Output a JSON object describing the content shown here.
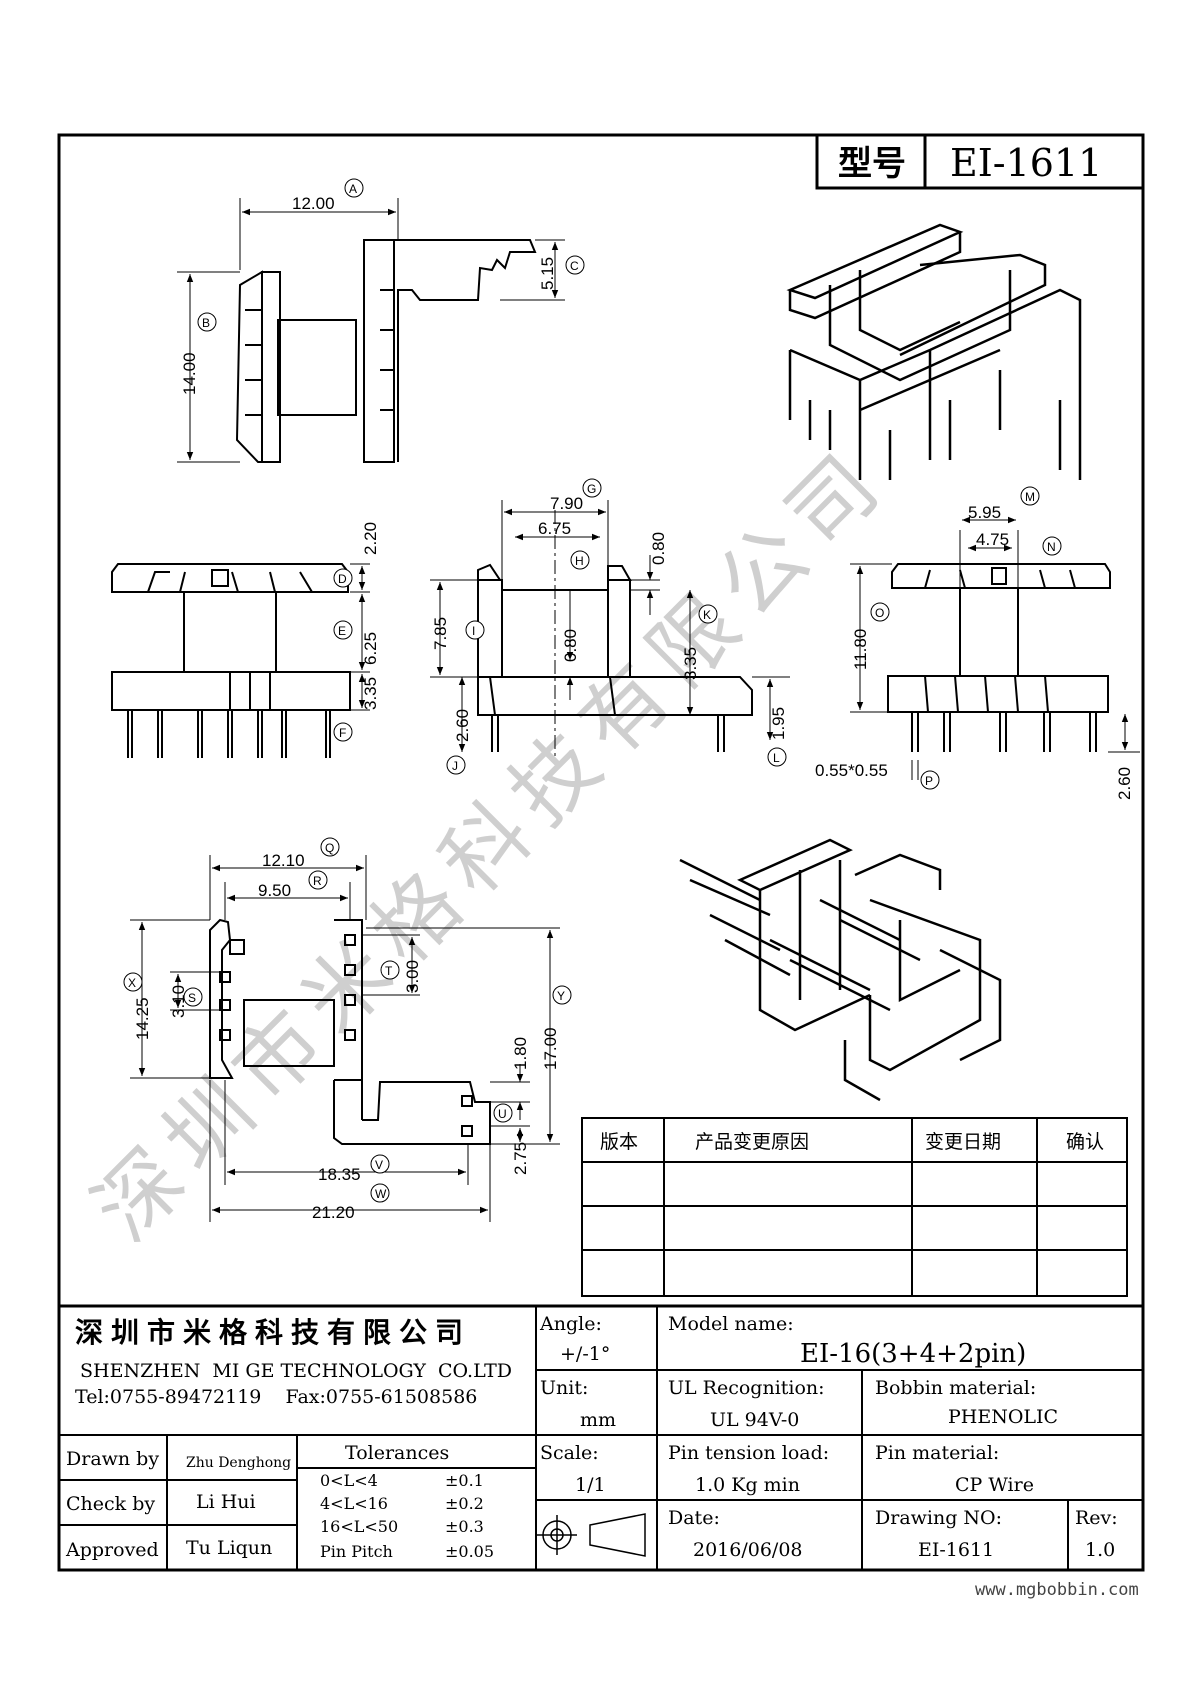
{
  "header": {
    "model_label": "型号",
    "model_value": "EI-1611"
  },
  "watermark": "深圳市米格科技有限公司",
  "site_url": "www.mgbobbin.com",
  "dims": {
    "A": "12.00",
    "B": "14.00",
    "C": "5.15",
    "D": "2.20",
    "E": "6.25",
    "F": "3.35",
    "G": "7.90",
    "H": "6.75",
    "H2": "0.80",
    "I": "7.85",
    "I2": "0.80",
    "J": "2.60",
    "K": "3.35",
    "L": "1.95",
    "M": "5.95",
    "N": "4.75",
    "O": "11.80",
    "P": "0.55*0.55",
    "P2": "2.60",
    "Q": "12.10",
    "R": "9.50",
    "S": "3.10",
    "T": "3.00",
    "U": "1.80",
    "U2": "2.75",
    "V": "18.35",
    "W": "21.20",
    "X": "14.25",
    "Y": "17.00"
  },
  "revision_table": {
    "headers": [
      "版本",
      "产品变更原因",
      "变更日期",
      "确认"
    ],
    "rows": [
      [
        "",
        "",
        "",
        ""
      ],
      [
        "",
        "",
        "",
        ""
      ],
      [
        "",
        "",
        "",
        ""
      ]
    ]
  },
  "company": {
    "name_cn": "深圳市米格科技有限公司",
    "name_en": "SHENZHEN  MI GE TECHNOLOGY  CO.LTD",
    "contact": "Tel:0755-89472119    Fax:0755-61508586"
  },
  "title_block": {
    "angle_label": "Angle:",
    "angle_value": "+/-1°",
    "model_label": "Model name:",
    "model_value": "EI-16(3+4+2pin)",
    "unit_label": "Unit:",
    "unit_value": "mm",
    "ul_label": "UL Recognition:",
    "ul_value": "UL 94V-0",
    "bobbin_label": "Bobbin material:",
    "bobbin_value": "PHENOLIC",
    "scale_label": "Scale:",
    "scale_value": "1/1",
    "tension_label": "Pin tension load:",
    "tension_value": "1.0 Kg min",
    "pinmat_label": "Pin material:",
    "pinmat_value": "CP Wire",
    "date_label": "Date:",
    "date_value": "2016/06/08",
    "drawing_label": "Drawing NO:",
    "drawing_value": "EI-1611",
    "rev_label": "Rev:",
    "rev_value": "1.0",
    "drawn_label": "Drawn by",
    "drawn_value": "Zhu Denghong",
    "check_label": "Check by",
    "check_value": "Li Hui",
    "approved_label": "Approved",
    "approved_value": "Tu Liqun",
    "tolerances_title": "Tolerances",
    "tolerances": [
      {
        "range": "0<L<4",
        "value": "±0.1"
      },
      {
        "range": "4<L<16",
        "value": "±0.2"
      },
      {
        "range": "16<L<50",
        "value": "±0.3"
      },
      {
        "range": "Pin Pitch",
        "value": "±0.05"
      }
    ]
  }
}
